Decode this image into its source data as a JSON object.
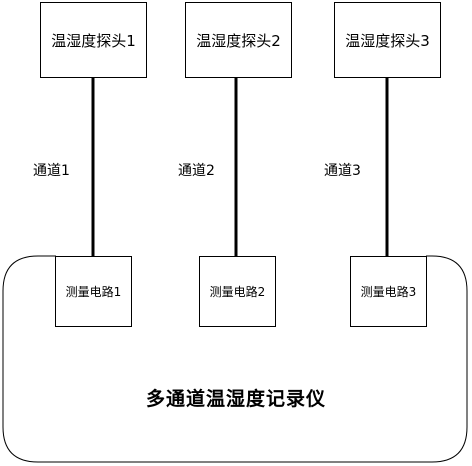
{
  "probes": [
    {
      "label": "温湿度探头1"
    },
    {
      "label": "温湿度探头2"
    },
    {
      "label": "温湿度探头3"
    }
  ],
  "channels": [
    {
      "label": "通道1"
    },
    {
      "label": "通道2"
    },
    {
      "label": "通道3"
    }
  ],
  "circuits": [
    {
      "label": "测量电路1"
    },
    {
      "label": "测量电路2"
    },
    {
      "label": "测量电路3"
    }
  ],
  "device": {
    "title": "多通道温湿度记录仪"
  },
  "colors": {
    "stroke": "#000000",
    "background": "#ffffff"
  }
}
